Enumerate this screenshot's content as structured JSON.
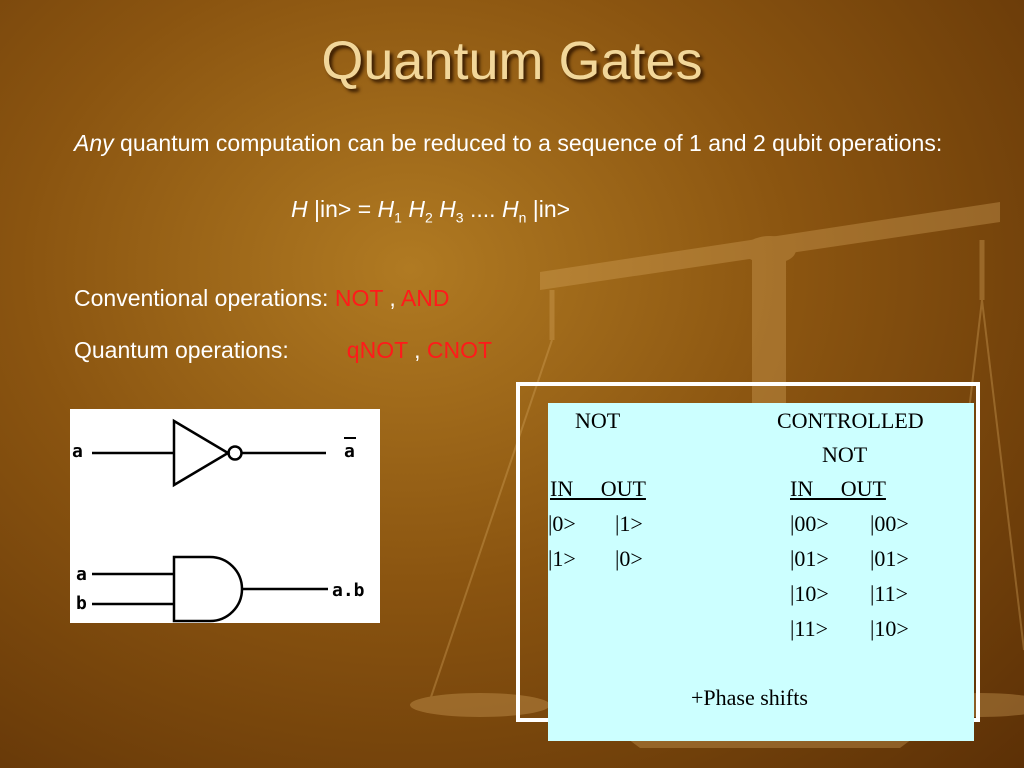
{
  "slide": {
    "title": "Quantum Gates",
    "intro_em": "Any",
    "intro_rest": "quantum computation can be reduced to a sequence of 1 and 2 qubit operations:",
    "formula": {
      "lhs_h": "H",
      "lhs_ket": " |in> = ",
      "h": "H",
      "sub1": "1",
      "sub2": "2",
      "sub3": "3",
      "dots": " .... ",
      "subn": "n",
      "rhs_ket": " |in>"
    },
    "conventional": {
      "label": "Conventional operations:",
      "op1": "NOT",
      "sep": ",",
      "op2": "AND"
    },
    "quantum": {
      "label": "Quantum operations:",
      "op1": "qNOT",
      "sep": ",",
      "op2": "CNOT"
    }
  },
  "gates_figure": {
    "not_input": "a",
    "not_output": "a",
    "and_input_a": "a",
    "and_input_b": "b",
    "and_output": "a.b"
  },
  "truth_table": {
    "not_title": "NOT",
    "cnot_title_1": "CONTROLLED",
    "cnot_title_2": "NOT",
    "not_header": "IN     OUT",
    "cnot_header": "IN     OUT",
    "not_rows": [
      {
        "in": "|0>",
        "out": "|1>"
      },
      {
        "in": "|1>",
        "out": "|0>"
      }
    ],
    "cnot_rows": [
      {
        "in": "|00>",
        "out": "|00>"
      },
      {
        "in": "|01>",
        "out": "|01>"
      },
      {
        "in": "|10>",
        "out": "|11>"
      },
      {
        "in": "|11>",
        "out": "|10>"
      }
    ],
    "footer": "+Phase shifts"
  }
}
